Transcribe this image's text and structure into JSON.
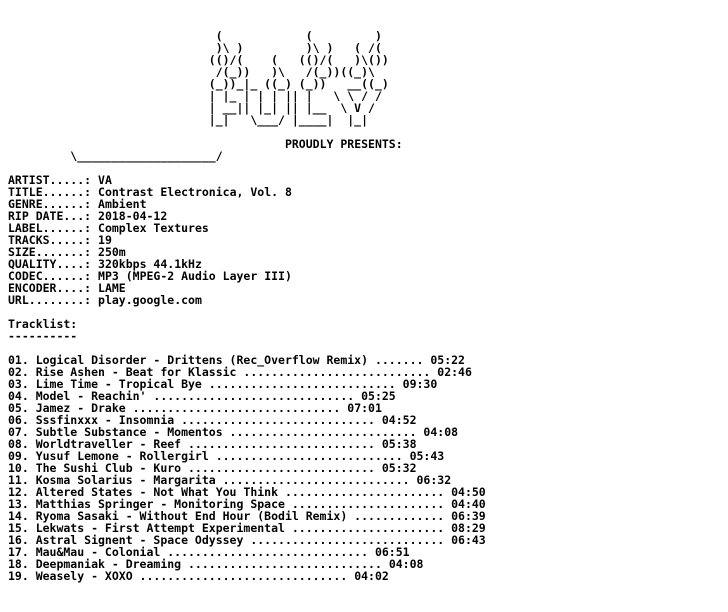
{
  "logo": {
    "art_lines": [
      "                              (            (         )",
      "                              )\\ )         )\\ )   ( /(",
      "                             (()/(    (   (()/(   )\\())",
      "                              /(_))   )\\   /(_))((_)\\",
      "                             (_))_|_ ((_) (_))   __((_)",
      "                             | |_ | | | || |   \\ \\ / /",
      "                             | __|| |_| || |__  \\ V /",
      "                             |_|   \\___/ |____|  |_|"
    ]
  },
  "presents": "PROUDLY PRESENTS:",
  "info": [
    {
      "label": "ARTIST.....",
      "value": "VA"
    },
    {
      "label": "TITLE......",
      "value": "Contrast Electronica, Vol. 8"
    },
    {
      "label": "GENRE......",
      "value": "Ambient"
    },
    {
      "label": "RIP DATE...",
      "value": "2018-04-12"
    },
    {
      "label": "LABEL......",
      "value": "Complex Textures"
    },
    {
      "label": "TRACKS.....",
      "value": "19"
    },
    {
      "label": "SIZE.......",
      "value": "250m"
    },
    {
      "label": "QUALITY....",
      "value": "320kbps 44.1kHz"
    },
    {
      "label": "CODEC......",
      "value": "MP3 (MPEG-2 Audio Layer III)"
    },
    {
      "label": "ENCODER....",
      "value": "LAME"
    },
    {
      "label": "URL........",
      "value": "play.google.com"
    }
  ],
  "tracklist_heading": "Tracklist:",
  "tracklist_underline": "----------",
  "tracks": [
    {
      "num": "01.",
      "title": "Logical Disorder - Drittens (Rec_Overflow Remix)",
      "dur": "05:22"
    },
    {
      "num": "02.",
      "title": "Rise Ashen - Beat for Klassic",
      "dur": "02:46"
    },
    {
      "num": "03.",
      "title": "Lime Time - Tropical Bye",
      "dur": "09:30"
    },
    {
      "num": "04.",
      "title": "Model - Reachin'",
      "dur": "05:25"
    },
    {
      "num": "05.",
      "title": "Jamez - Drake",
      "dur": "07:01"
    },
    {
      "num": "06.",
      "title": "Sssfinxxx - Insomnia",
      "dur": "04:52"
    },
    {
      "num": "07.",
      "title": "Subtle Substance - Momentos",
      "dur": "04:08"
    },
    {
      "num": "08.",
      "title": "Worldtraveller - Reef",
      "dur": "05:38"
    },
    {
      "num": "09.",
      "title": "Yusuf Lemone - Rollergirl",
      "dur": "05:43"
    },
    {
      "num": "10.",
      "title": "The Sushi Club - Kuro",
      "dur": "05:32"
    },
    {
      "num": "11.",
      "title": "Kosma Solarius - Margarita",
      "dur": "06:32"
    },
    {
      "num": "12.",
      "title": "Altered States - Not What You Think",
      "dur": "04:50"
    },
    {
      "num": "13.",
      "title": "Matthias Springer - Monitoring Space",
      "dur": "04:40"
    },
    {
      "num": "14.",
      "title": "Ryoma Sasaki - Without End Hour (Bodil Remix)",
      "dur": "06:39"
    },
    {
      "num": "15.",
      "title": "Lekwats - First Attempt Experimental",
      "dur": "08:29"
    },
    {
      "num": "16.",
      "title": "Astral Signent - Space Odyssey",
      "dur": "06:43"
    },
    {
      "num": "17.",
      "title": "Mau&Mau - Colonial",
      "dur": "06:51"
    },
    {
      "num": "18.",
      "title": "Deepmaniak - Dreaming",
      "dur": "04:08"
    },
    {
      "num": "19.",
      "title": "Weasely - XOXO",
      "dur": "04:02"
    }
  ]
}
